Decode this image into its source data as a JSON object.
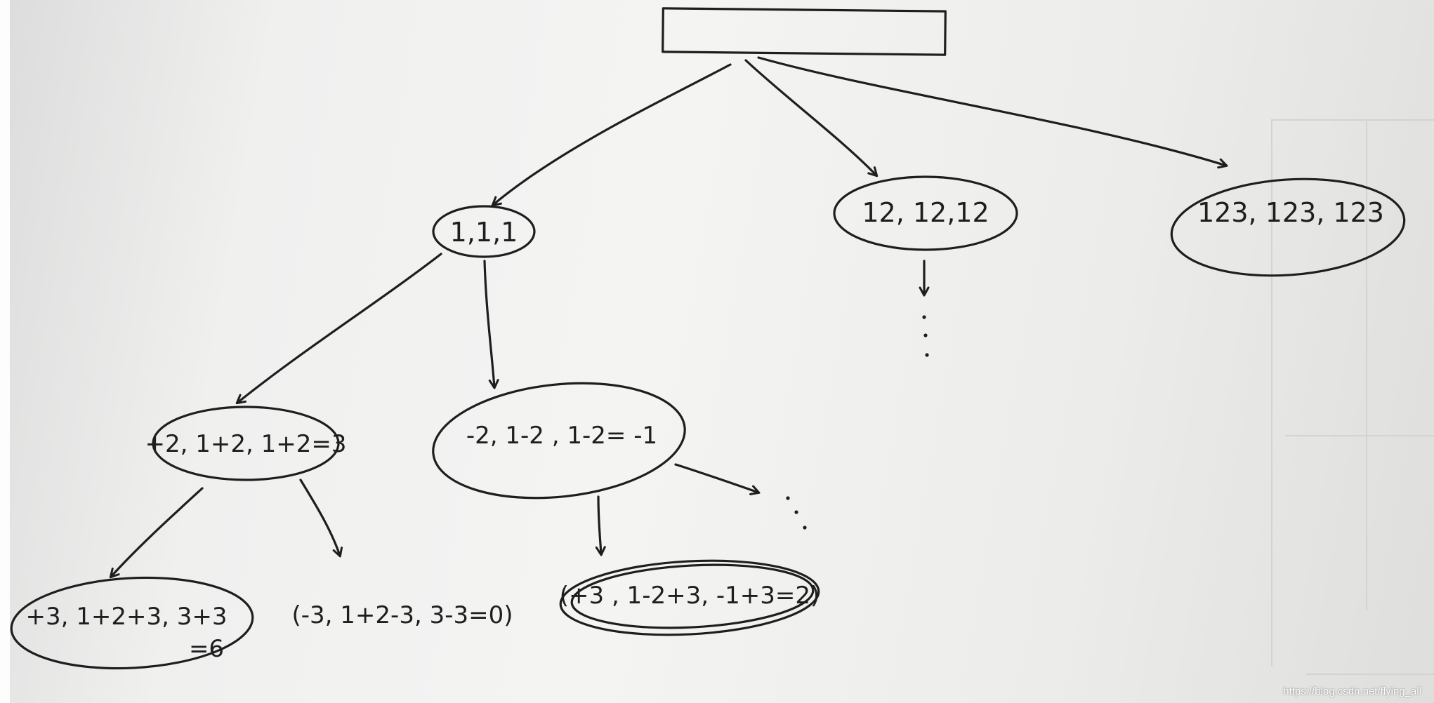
{
  "diagram": {
    "root": {
      "label": ""
    },
    "nodes": {
      "n_1_1_1": "1,1,1",
      "n_12": "12, 12,12",
      "n_123": "123, 123, 123",
      "n_plus2": "+2, 1+2, 1+2=3",
      "n_minus2": "-2, 1-2 , 1-2= -1",
      "n_plus3_a": "+3, 1+2+3, 3+3",
      "n_plus3_a_result": "=6",
      "n_minus3": "(-3, 1+2-3, 3-3=0)",
      "n_plus3_b": "(+3 , 1-2+3, -1+3=2)"
    },
    "ellipsis": ".  .  ."
  },
  "watermark": "https://blog.csdn.net/flying_all"
}
